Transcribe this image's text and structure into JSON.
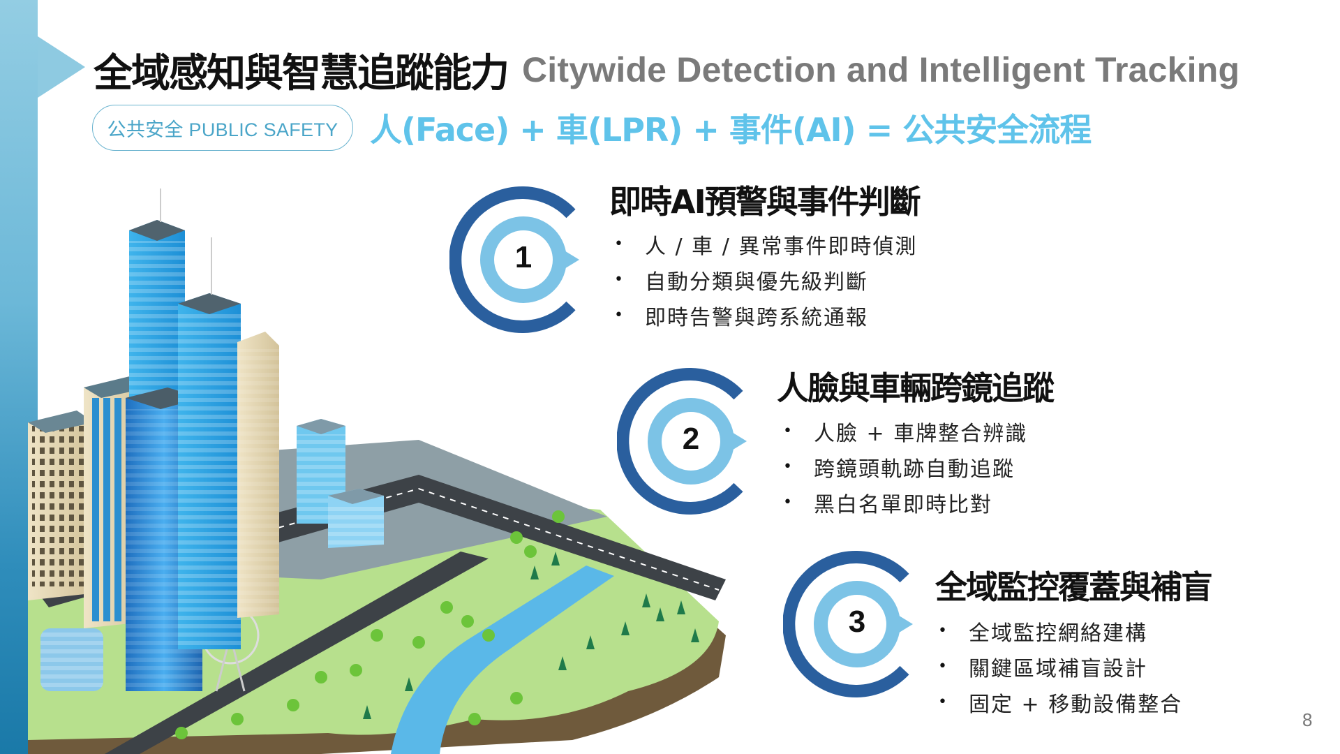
{
  "slide": {
    "title_zh": "全域感知與智慧追蹤能力",
    "title_en": "Citywide Detection and Intelligent Tracking",
    "badge": "公共安全 PUBLIC SAFETY",
    "formula": "人(Face) + 車(LPR) + 事件(AI) = 公共安全流程",
    "page_number": "8"
  },
  "colors": {
    "accent_light_blue": "#5fc3ea",
    "ring_dark": "#2a5f9e",
    "ring_light": "#7cc3e6",
    "side_bar_top": "#93cde3",
    "side_bar_bottom": "#1a79a8",
    "title_en_gray": "#7a7a7a"
  },
  "sections": [
    {
      "number": "1",
      "icon": "numbered-ring-icon",
      "title": "即時AI預警與事件判斷",
      "bullets": [
        "人 / 車 / 異常事件即時偵測",
        "自動分類與優先級判斷",
        "即時告警與跨系統通報"
      ]
    },
    {
      "number": "2",
      "icon": "numbered-ring-icon",
      "title": "人臉與車輛跨鏡追蹤",
      "bullets": [
        "人臉 + 車牌整合辨識",
        "跨鏡頭軌跡自動追蹤",
        "黑白名單即時比對"
      ]
    },
    {
      "number": "3",
      "icon": "numbered-ring-icon",
      "title": "全域監控覆蓋與補盲",
      "bullets": [
        "全域監控網絡建構",
        "關鍵區域補盲設計",
        "固定 + 移動設備整合"
      ]
    }
  ],
  "illustration": {
    "subject": "isometric-smart-city"
  },
  "bullet_glyph": "•"
}
